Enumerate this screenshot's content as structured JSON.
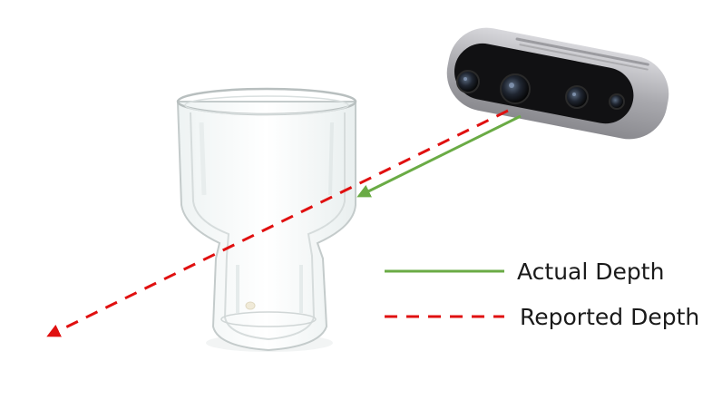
{
  "legend": {
    "actual_label": "Actual Depth",
    "reported_label": "Reported Depth"
  },
  "colors": {
    "actual": "#6aab45",
    "reported": "#e01010",
    "camera_body": "#b9b9bd",
    "camera_face": "#151515",
    "glass_outline": "#c9cfcf"
  },
  "icons": {
    "camera": "depth-camera-illustration",
    "glass": "glass-cup-illustration"
  }
}
